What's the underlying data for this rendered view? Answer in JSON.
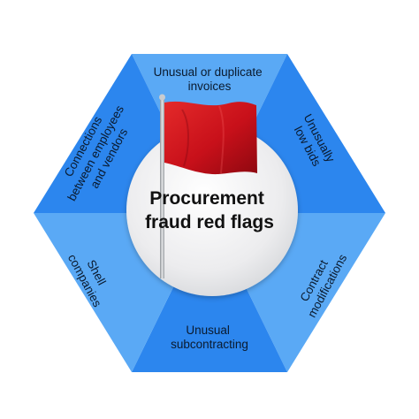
{
  "diagram": {
    "center": {
      "title_line1": "Procurement",
      "title_line2": "fraud red flags"
    },
    "segments": [
      {
        "id": "top",
        "line1": "Unusual or duplicate",
        "line2": "invoices"
      },
      {
        "id": "upper-right",
        "line1": "Unusually",
        "line2": "low bids"
      },
      {
        "id": "lower-right",
        "line1": "Contract",
        "line2": "modifications"
      },
      {
        "id": "bottom",
        "line1": "Unusual",
        "line2": "subcontracting"
      },
      {
        "id": "lower-left",
        "line1": "Shell",
        "line2": "companies"
      },
      {
        "id": "upper-left",
        "line1": "Connections",
        "line2": "between employees",
        "line3": "and vendors"
      }
    ],
    "colors": {
      "segment_light": "#5aa9f5",
      "segment_dark": "#2c86ee",
      "center_circle": "#e9eaec",
      "flag": "#d0141b",
      "pole": "#b8bcc0"
    },
    "icon": "red-flag-icon"
  }
}
